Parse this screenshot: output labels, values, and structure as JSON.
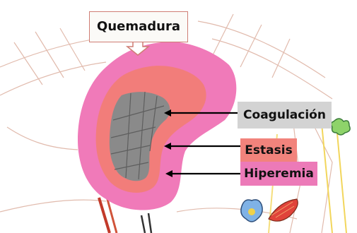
{
  "title": "Quemadura",
  "zones": [
    {
      "label": "Coagulación",
      "color": "#d3d3d3"
    },
    {
      "label": "Estasis",
      "color": "#f2837c"
    },
    {
      "label": "Hiperemia",
      "color": "#ec7ab8"
    }
  ],
  "colors": {
    "outer_zone": "#f07ab9",
    "middle_zone": "#f27d7a",
    "inner_zone": "#8a8a8a",
    "arrow": "#000000",
    "sketch_lines": "#c9836a"
  }
}
